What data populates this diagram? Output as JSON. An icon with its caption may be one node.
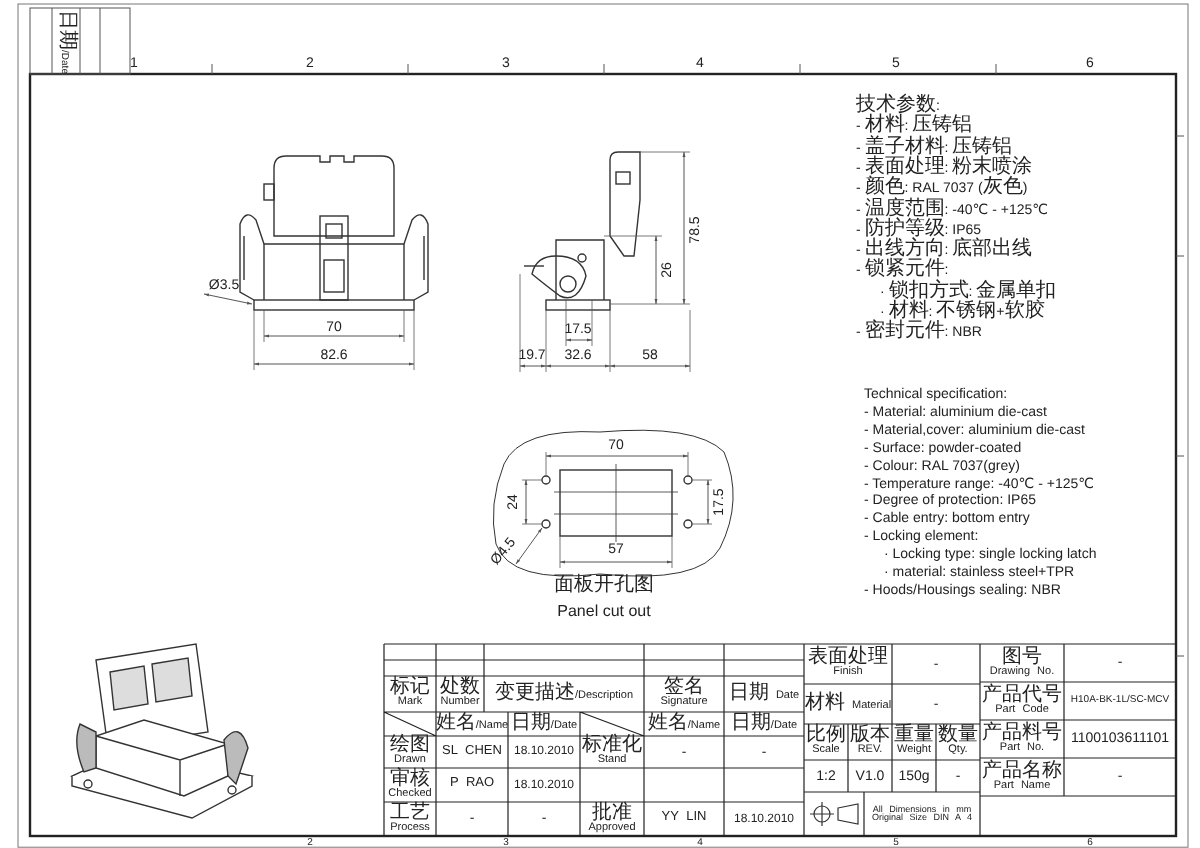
{
  "diagram": {
    "labels": [
      "日期/Date",
      "1",
      "2",
      "3",
      "4",
      "5",
      "6",
      "技术参数:",
      "- 材料: 压铸铝",
      "- 盖子材料: 压铸铝",
      "- 表面处理: 粉末喷涂",
      "- 颜色: RAL 7037 (灰色)",
      "- 温度范围: -40℃ - +125℃",
      "- 防护等级: IP65",
      "- 出线方向: 底部出线",
      "- 锁紧元件:",
      "· 锁扣方式: 金属单扣",
      "· 材料: 不锈钢+软胶",
      "- 密封元件: NBR",
      "78.5",
      "26",
      "Ø3.5",
      "70",
      "17.5",
      "82.6",
      "19.7",
      "32.6",
      "58",
      "Technical specification:",
      "- Material: aluminium die-cast",
      "- Material,cover: aluminium die-cast",
      "- Surface: powder-coated",
      "- Colour: RAL 7037(grey)",
      "- Temperature range: -40℃ - +125℃",
      "- Degree of protection: IP65",
      "- Cable entry: bottom entry",
      "- Locking element:",
      "· Locking type: single locking latch",
      "· material: stainless steel+TPR",
      "- Hoods/Housings sealing: NBR",
      "70",
      "24",
      "17.5",
      "Ø4.5",
      "57",
      "面板开孔图",
      "Panel cut out",
      "表面处理 Finish",
      "-",
      "图号 Drawing No.",
      "-",
      "产品代号 Part Code",
      "H10A-BK-1L/SC-MCV",
      "材料 Material",
      "-",
      "标记 Mark",
      "处数 Number",
      "变更描述/Description",
      "签名 Signature",
      "日期 Date",
      "产品料号 Part No.",
      "1100103611101",
      "比例 Scale",
      "版本 REV.",
      "重量 Weight",
      "数量 Qty.",
      "姓名/Name",
      "日期/Date",
      "姓名/Name",
      "日期/Date",
      "绘图 Drawn",
      "SL CHEN",
      "18.10.2010",
      "标准化 Stand",
      "-",
      "-",
      "产品名称 Part Name",
      "-",
      "1:2",
      "V1.0",
      "150g",
      "-",
      "审核 Checked",
      "P RAO",
      "18.10.2010",
      "工艺 Process",
      "-",
      "-",
      "批准 Approved",
      "YY LIN",
      "18.10.2010",
      "All Dimensions in mm Original Size DIN A 4",
      "2",
      "3",
      "4",
      "5",
      "6"
    ]
  }
}
